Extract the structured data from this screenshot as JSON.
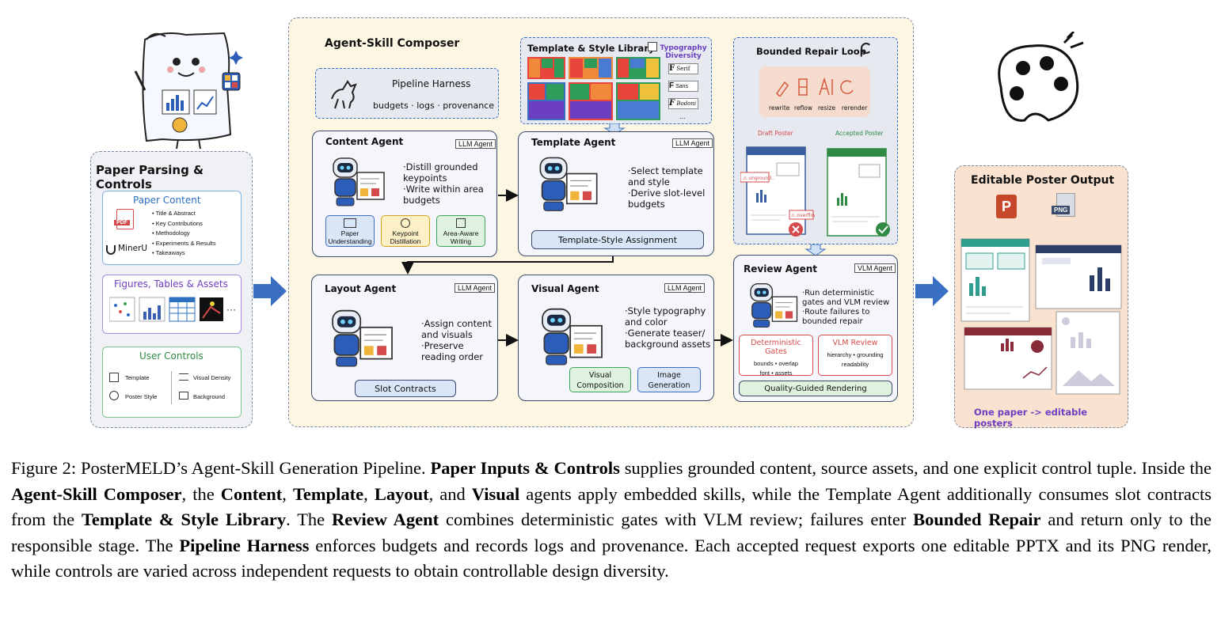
{
  "input_panel": {
    "title": "Paper Parsing & Controls",
    "paper_content": {
      "heading": "Paper Content",
      "items": [
        "Title & Abstract",
        "Key Contributions",
        "Methodology",
        "Experiments & Results",
        "Takeaways"
      ],
      "pdf_label": "PDF",
      "parser_label": "MinerU"
    },
    "figures": {
      "heading": "Figures, Tables & Assets",
      "more": "···"
    },
    "user_controls": {
      "heading": "User Controls",
      "template": "Template",
      "density": "Visual Density",
      "style": "Poster Style",
      "background": "Background"
    }
  },
  "composer": {
    "title": "Agent-Skill Composer",
    "harness": {
      "title": "Pipeline Harness",
      "sub": "budgets · logs · provenance"
    },
    "library": {
      "title": "Template & Style Library",
      "typo_title": "Typography Diversity",
      "fonts": [
        "Serif",
        "Sans",
        "Bodoni",
        "..."
      ]
    },
    "repair": {
      "title": "Bounded Repair Loop",
      "actions": [
        "rewrite",
        "reflow",
        "resize",
        "rerender"
      ],
      "draft": "Draft Poster",
      "accepted": "Accepted Poster",
      "flag1": "unground..",
      "flag2": "overflow"
    },
    "content_agent": {
      "title": "Content Agent",
      "tag": "LLM Agent",
      "bullets": [
        "·Distill grounded keypoints",
        "·Write within area budgets"
      ],
      "skills": [
        "Paper Understanding",
        "Keypoint Distillation",
        "Area-Aware Writing"
      ]
    },
    "template_agent": {
      "title": "Template Agent",
      "tag": "LLM Agent",
      "bullets": [
        "·Select template and style",
        "·Derive slot-level budgets"
      ],
      "footer": "Template-Style Assignment"
    },
    "layout_agent": {
      "title": "Layout Agent",
      "tag": "LLM Agent",
      "bullets": [
        "·Assign content and visuals",
        "·Preserve reading order"
      ],
      "footer": "Slot Contracts"
    },
    "visual_agent": {
      "title": "Visual Agent",
      "tag": "LLM Agent",
      "bullets": [
        "·Style typography and color",
        "·Generate teaser/ background assets"
      ],
      "skills": [
        "Visual Composition",
        "Image Generation"
      ]
    },
    "review_agent": {
      "title": "Review Agent",
      "tag": "VLM Agent",
      "bullets": [
        "·Run deterministic gates and VLM review",
        "·Route failures to bounded repair"
      ],
      "det_title": "Deterministic Gates",
      "det_l1": "bounds • overlap",
      "det_l2": "font • assets",
      "vlm_title": "VLM Review",
      "vlm_l1": "hierarchy • grounding",
      "vlm_l2": "readability",
      "footer": "Quality-Guided Rendering"
    }
  },
  "output_panel": {
    "title": "Editable Poster Output",
    "png_label": "PNG",
    "ppt_label": "P",
    "footer": "One paper -> editable posters"
  },
  "caption": {
    "p1": "Figure 2: PosterMELD’s Agent-Skill Generation Pipeline. ",
    "b1": "Paper Inputs & Controls",
    "p2": " supplies grounded content, source assets, and one explicit control tuple. Inside the ",
    "b2": "Agent-Skill Composer",
    "p3": ", the ",
    "b3": "Content",
    "p4": ", ",
    "b4": "Template",
    "p5": ", ",
    "b5": "Layout",
    "p6": ", and ",
    "b6": "Visual",
    "p7": " agents apply embedded skills, while the Template Agent additionally consumes slot contracts from the ",
    "b7": "Template & Style Library",
    "p8": ". The ",
    "b8": "Review Agent",
    "p9": " combines deterministic gates with VLM review; failures enter ",
    "b9": "Bounded Repair",
    "p10": " and return only to the responsible stage. The ",
    "b10": "Pipeline Harness",
    "p11": " enforces budgets and records logs and provenance. Each accepted request exports one editable PPTX and its PNG render, while controls are varied across independent requests to obtain controllable design diversity."
  }
}
